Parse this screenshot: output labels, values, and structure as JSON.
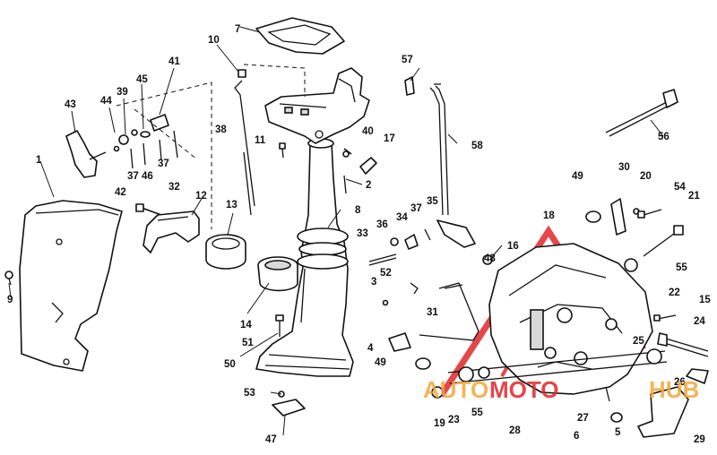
{
  "diagram": {
    "callouts": [
      "1",
      "2",
      "3",
      "4",
      "5",
      "6",
      "7",
      "8",
      "9",
      "10",
      "11",
      "12",
      "13",
      "14",
      "15",
      "16",
      "17",
      "18",
      "19",
      "20",
      "21",
      "22",
      "23",
      "24",
      "25",
      "26",
      "27",
      "28",
      "29",
      "30",
      "31",
      "32",
      "33",
      "34",
      "35",
      "36",
      "37",
      "37",
      "37",
      "38",
      "39",
      "40",
      "41",
      "42",
      "43",
      "44",
      "45",
      "46",
      "47",
      "48",
      "49",
      "49",
      "50",
      "51",
      "52",
      "53",
      "54",
      "55",
      "55",
      "56",
      "57",
      "58"
    ]
  },
  "watermark": {
    "word_part1": "AUTO",
    "word_part2": "MOTO",
    "word_part3": "HUB",
    "color_red": "#e0262a",
    "color_orange": "#f4a63a"
  }
}
